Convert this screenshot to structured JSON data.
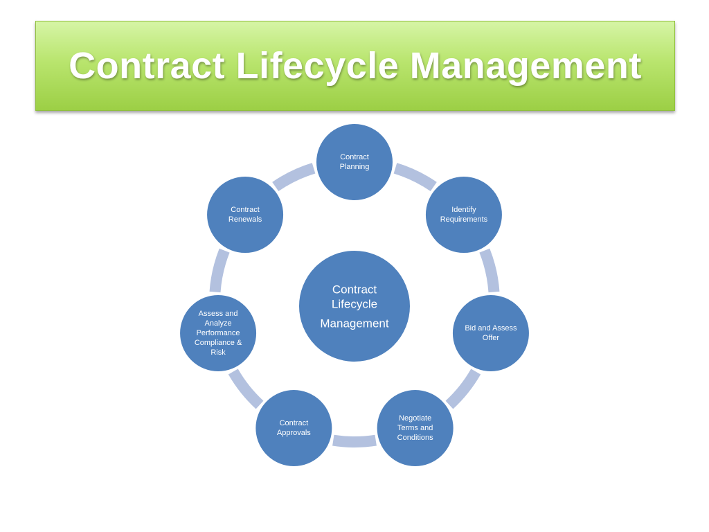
{
  "title": "Contract Lifecycle Management",
  "center": {
    "lines": [
      "Contract",
      "Lifecycle",
      "Management"
    ]
  },
  "nodes": [
    {
      "id": "contract-planning",
      "lines": [
        "Contract",
        "Planning"
      ]
    },
    {
      "id": "identify-requirements",
      "lines": [
        "Identify",
        "Requirements"
      ]
    },
    {
      "id": "bid-and-assess-offer",
      "lines": [
        "Bid and Assess",
        "Offer"
      ]
    },
    {
      "id": "negotiate-terms",
      "lines": [
        "Negotiate",
        "Terms and",
        "Conditions"
      ]
    },
    {
      "id": "contract-approvals",
      "lines": [
        "Contract",
        "Approvals"
      ]
    },
    {
      "id": "assess-performance",
      "lines": [
        "Assess and",
        "Analyze",
        "Performance",
        "Compliance &",
        "Risk"
      ]
    },
    {
      "id": "contract-renewals",
      "lines": [
        "Contract",
        "Renewals"
      ]
    }
  ],
  "colors": {
    "node_fill": "#4f81bd",
    "node_stroke": "#ffffff",
    "connector": "#b3c1df",
    "title_text": "#ffffff",
    "banner_top": "#d6f5a6",
    "banner_bottom": "#9ccf45"
  }
}
